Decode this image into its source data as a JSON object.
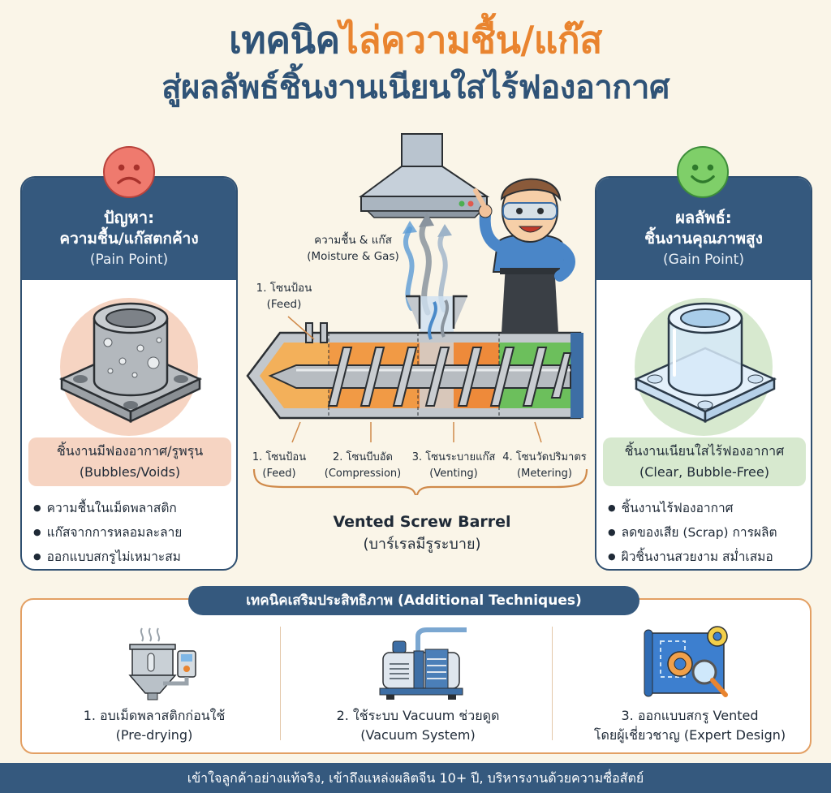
{
  "title": {
    "line1_part1": "เทคนิค",
    "line1_part2": "ไล่ความชื้น/แก๊ส",
    "line2": "สู่ผลลัพธ์ชิ้นงานเนียนใสไร้ฟองอากาศ"
  },
  "colors": {
    "navy": "#35597e",
    "orange": "#e9842f",
    "pain_bg": "#f6d4c2",
    "gain_bg": "#d7e9cf",
    "background": "#faf5e8"
  },
  "pain_card": {
    "icon": "sad-face-icon",
    "heading": "ปัญหา:",
    "subheading": "ความชื้น/แก๊สตกค้าง",
    "english": "(Pain Point)",
    "result_th": "ชิ้นงานมีฟองอากาศ/รูพรุน",
    "result_en": "(Bubbles/Voids)",
    "bullets": [
      "ความชื้นในเม็ดพลาสติก",
      "แก๊สจากการหลอมละลาย",
      "ออกแบบสกรูไม่เหมาะสม"
    ]
  },
  "gain_card": {
    "icon": "happy-face-icon",
    "heading": "ผลลัพธ์:",
    "subheading": "ชิ้นงานคุณภาพสูง",
    "english": "(Gain Point)",
    "result_th": "ชิ้นงานเนียนใสไร้ฟองอากาศ",
    "result_en": "(Clear, Bubble-Free)",
    "bullets": [
      "ชิ้นงานไร้ฟองอากาศ",
      "ลดของเสีย (Scrap) การผลิต",
      "ผิวชิ้นงานสวยงาม สม่ำเสมอ"
    ]
  },
  "diagram": {
    "moisture_th": "ความชื้น & แก๊ส",
    "moisture_en": "(Moisture & Gas)",
    "feed_callout_th": "1. โซนป้อน",
    "feed_callout_en": "(Feed)",
    "zones": [
      {
        "th": "1. โซนป้อน",
        "en": "(Feed)"
      },
      {
        "th": "2. โซนบีบอัด",
        "en": "(Compression)"
      },
      {
        "th": "3. โซนระบายแก๊ส",
        "en": "(Venting)"
      },
      {
        "th": "4. โซนวัดปริมาตร",
        "en": "(Metering)"
      }
    ],
    "barrel_title": "Vented Screw Barrel",
    "barrel_subtitle": "(บาร์เรลมีรูระบาย)"
  },
  "techniques": {
    "header": "เทคนิคเสริมประสิทธิภาพ (Additional Techniques)",
    "items": [
      {
        "icon": "dryer-hopper-icon",
        "line1": "1. อบเม็ดพลาสติกก่อนใช้",
        "line2": "(Pre-drying)"
      },
      {
        "icon": "vacuum-pump-icon",
        "line1": "2. ใช้ระบบ Vacuum ช่วยดูด",
        "line2": "(Vacuum System)"
      },
      {
        "icon": "blueprint-gears-icon",
        "line1": "3. ออกแบบสกรู Vented",
        "line2": "โดยผู้เชี่ยวชาญ (Expert Design)"
      }
    ]
  },
  "footer": {
    "text": "เข้าใจลูกค้าอย่างแท้จริง, เข้าถึงแหล่งผลิตจีน 10+ ปี, บริหารงานด้วยความซื่อสัตย์"
  }
}
